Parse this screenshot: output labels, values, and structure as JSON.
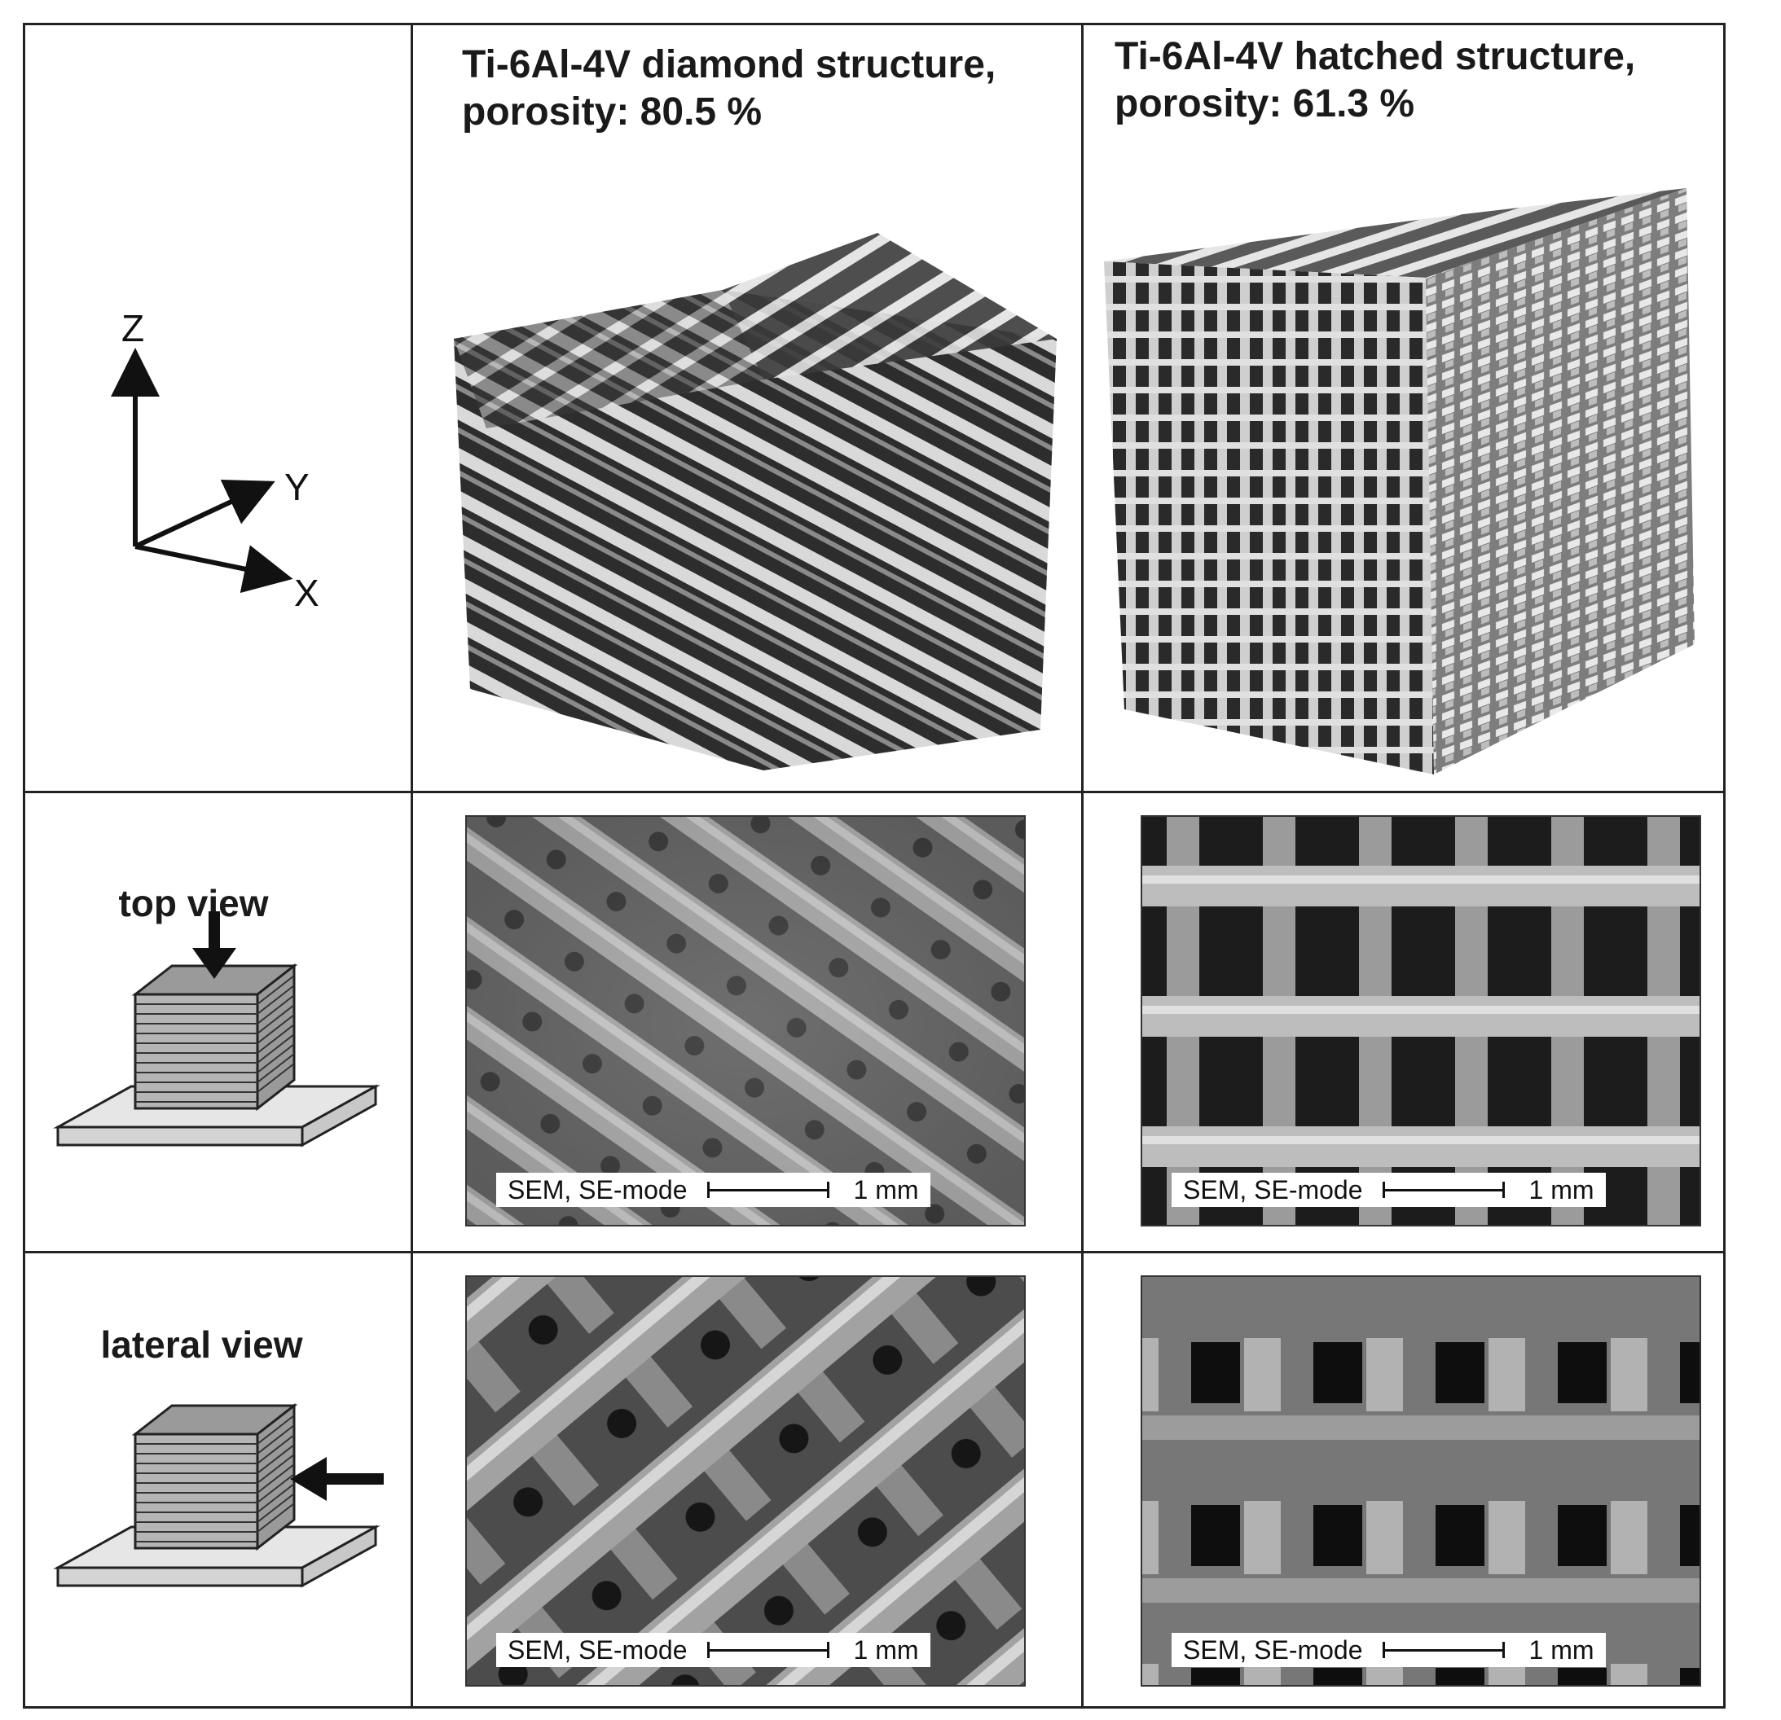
{
  "columns": [
    {
      "title_line1": "Ti-6Al-4V diamond structure,",
      "title_line2": "porosity: 80.5 %"
    },
    {
      "title_line1": "Ti-6Al-4V hatched structure,",
      "title_line2": "porosity: 61.3 %"
    }
  ],
  "axes": {
    "z": "Z",
    "y": "Y",
    "x": "X"
  },
  "rows": [
    {
      "label": "top view"
    },
    {
      "label": "lateral view"
    }
  ],
  "sem_caption": {
    "mode": "SEM, SE-mode",
    "scale": "1 mm"
  }
}
